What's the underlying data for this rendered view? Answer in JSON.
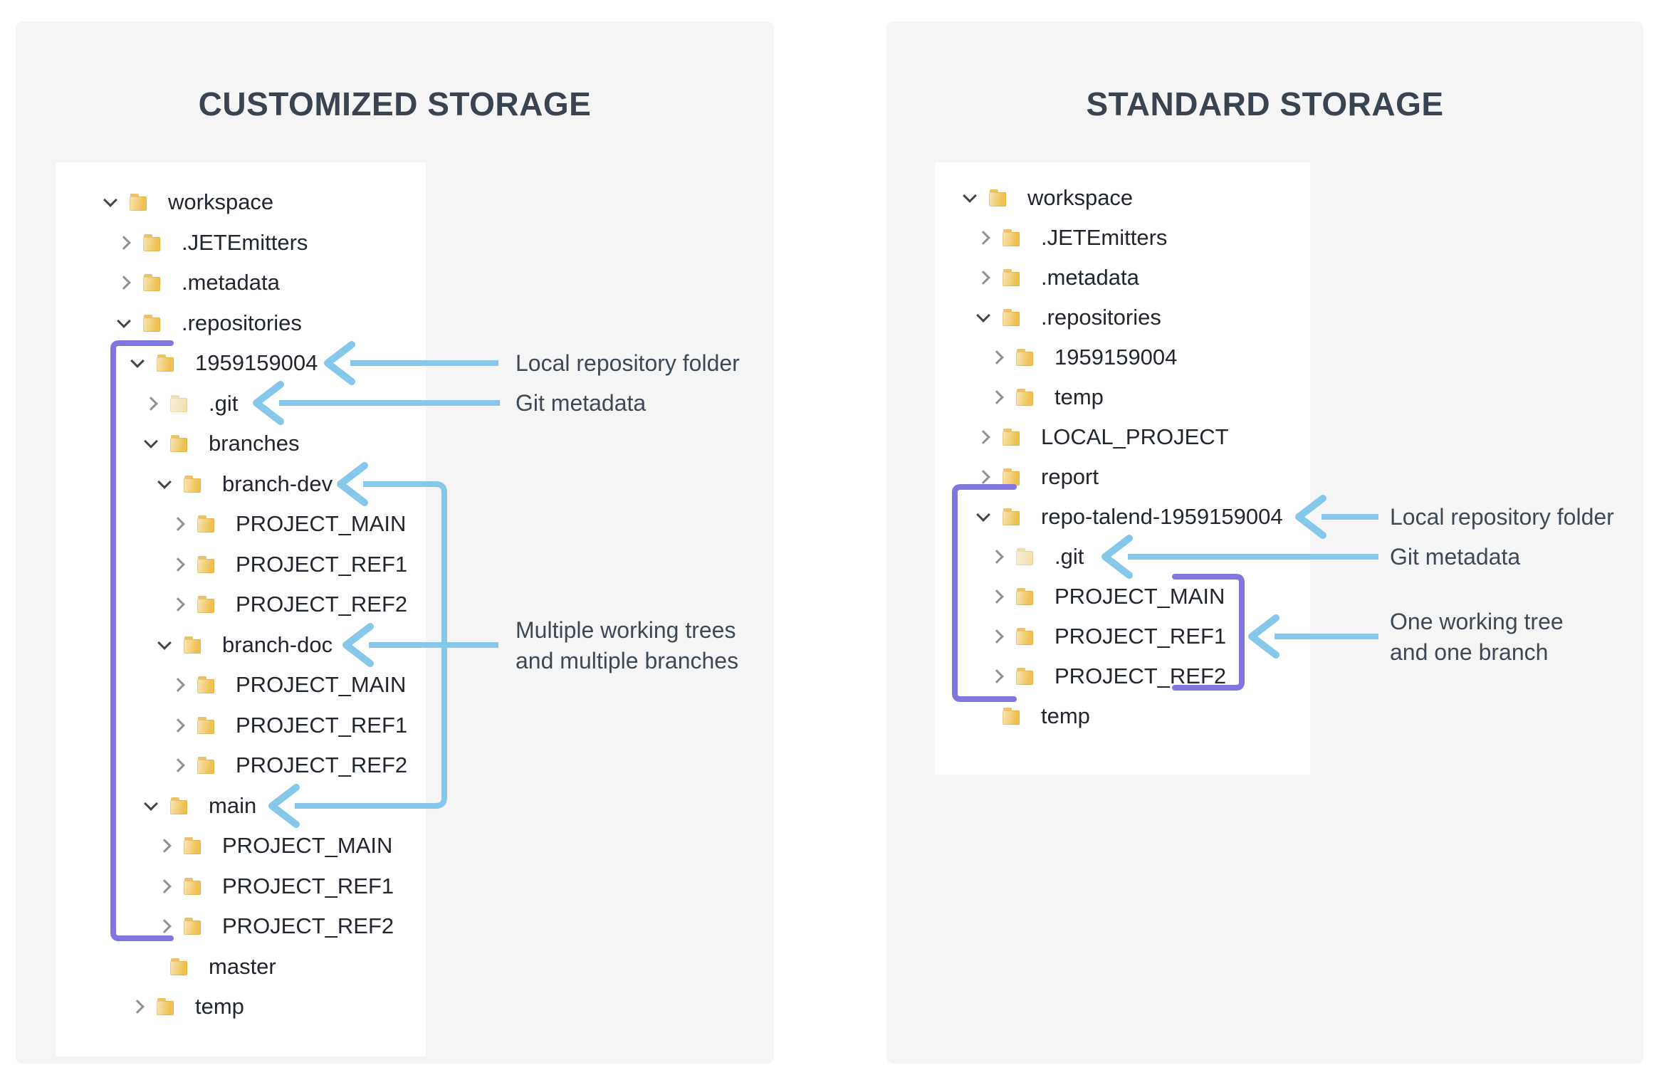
{
  "left_panel": {
    "title": "CUSTOMIZED STORAGE",
    "annotations": {
      "local_repo": "Local repository folder",
      "git_metadata": "Git metadata",
      "multi_line1": "Multiple working trees",
      "multi_line2": "and multiple branches"
    },
    "tree": [
      {
        "label": "workspace",
        "depth": 0,
        "state": "expanded",
        "icon": "folder-icon"
      },
      {
        "label": ".JETEmitters",
        "depth": 1,
        "state": "collapsed",
        "icon": "folder-icon"
      },
      {
        "label": ".metadata",
        "depth": 1,
        "state": "collapsed",
        "icon": "folder-icon"
      },
      {
        "label": ".repositories",
        "depth": 1,
        "state": "expanded",
        "icon": "folder-icon"
      },
      {
        "label": "1959159004",
        "depth": 2,
        "state": "expanded",
        "icon": "folder-icon"
      },
      {
        "label": ".git",
        "depth": 3,
        "state": "collapsed",
        "icon": "folder-icon",
        "pale": true
      },
      {
        "label": "branches",
        "depth": 3,
        "state": "expanded",
        "icon": "folder-icon"
      },
      {
        "label": "branch-dev",
        "depth": 4,
        "state": "expanded",
        "icon": "folder-icon"
      },
      {
        "label": "PROJECT_MAIN",
        "depth": 5,
        "state": "collapsed",
        "icon": "folder-icon"
      },
      {
        "label": "PROJECT_REF1",
        "depth": 5,
        "state": "collapsed",
        "icon": "folder-icon"
      },
      {
        "label": "PROJECT_REF2",
        "depth": 5,
        "state": "collapsed",
        "icon": "folder-icon"
      },
      {
        "label": "branch-doc",
        "depth": 4,
        "state": "expanded",
        "icon": "folder-icon"
      },
      {
        "label": "PROJECT_MAIN",
        "depth": 5,
        "state": "collapsed",
        "icon": "folder-icon"
      },
      {
        "label": "PROJECT_REF1",
        "depth": 5,
        "state": "collapsed",
        "icon": "folder-icon"
      },
      {
        "label": "PROJECT_REF2",
        "depth": 5,
        "state": "collapsed",
        "icon": "folder-icon"
      },
      {
        "label": "main",
        "depth": 3,
        "state": "expanded",
        "icon": "folder-icon"
      },
      {
        "label": "PROJECT_MAIN",
        "depth": 4,
        "state": "collapsed",
        "icon": "folder-icon"
      },
      {
        "label": "PROJECT_REF1",
        "depth": 4,
        "state": "collapsed",
        "icon": "folder-icon"
      },
      {
        "label": "PROJECT_REF2",
        "depth": 4,
        "state": "collapsed",
        "icon": "folder-icon"
      },
      {
        "label": "master",
        "depth": 3,
        "state": "none",
        "icon": "folder-icon"
      },
      {
        "label": "temp",
        "depth": 2,
        "state": "collapsed",
        "icon": "folder-icon"
      }
    ]
  },
  "right_panel": {
    "title": "STANDARD STORAGE",
    "annotations": {
      "local_repo": "Local repository folder",
      "git_metadata": "Git metadata",
      "one_line1": "One working tree",
      "one_line2": "and one branch"
    },
    "tree": [
      {
        "label": "workspace",
        "depth": 0,
        "state": "expanded",
        "icon": "folder-icon"
      },
      {
        "label": ".JETEmitters",
        "depth": 1,
        "state": "collapsed",
        "icon": "folder-icon"
      },
      {
        "label": ".metadata",
        "depth": 1,
        "state": "collapsed",
        "icon": "folder-icon"
      },
      {
        "label": ".repositories",
        "depth": 1,
        "state": "expanded",
        "icon": "folder-icon"
      },
      {
        "label": "1959159004",
        "depth": 2,
        "state": "collapsed",
        "icon": "folder-icon"
      },
      {
        "label": "temp",
        "depth": 2,
        "state": "collapsed",
        "icon": "folder-icon"
      },
      {
        "label": "LOCAL_PROJECT",
        "depth": 1,
        "state": "collapsed",
        "icon": "folder-icon"
      },
      {
        "label": "report",
        "depth": 1,
        "state": "collapsed",
        "icon": "folder-icon"
      },
      {
        "label": "repo-talend-1959159004",
        "depth": 1,
        "state": "expanded",
        "icon": "folder-icon"
      },
      {
        "label": ".git",
        "depth": 2,
        "state": "collapsed",
        "icon": "folder-icon",
        "pale": true
      },
      {
        "label": "PROJECT_MAIN",
        "depth": 2,
        "state": "collapsed",
        "icon": "folder-icon"
      },
      {
        "label": "PROJECT_REF1",
        "depth": 2,
        "state": "collapsed",
        "icon": "folder-icon"
      },
      {
        "label": "PROJECT_REF2",
        "depth": 2,
        "state": "collapsed",
        "icon": "folder-icon"
      },
      {
        "label": "temp",
        "depth": 1,
        "state": "none",
        "icon": "folder-icon"
      }
    ]
  },
  "colors": {
    "card_bg": "#f5f5f6",
    "box_bg": "#ffffff",
    "title": "#3a4350",
    "tree_text": "#22262e",
    "ann_text": "#3e4956",
    "arrow": "#85c8e9",
    "bracket": "#8176dd",
    "folder_tab": "#eac268",
    "folder_b1": "#f9e7b9",
    "folder_b2": "#efc152",
    "folder_p1": "#f8efd8",
    "folder_p2": "#f0dfa8",
    "chev_open": "#454545",
    "chev_closed": "#919191"
  }
}
